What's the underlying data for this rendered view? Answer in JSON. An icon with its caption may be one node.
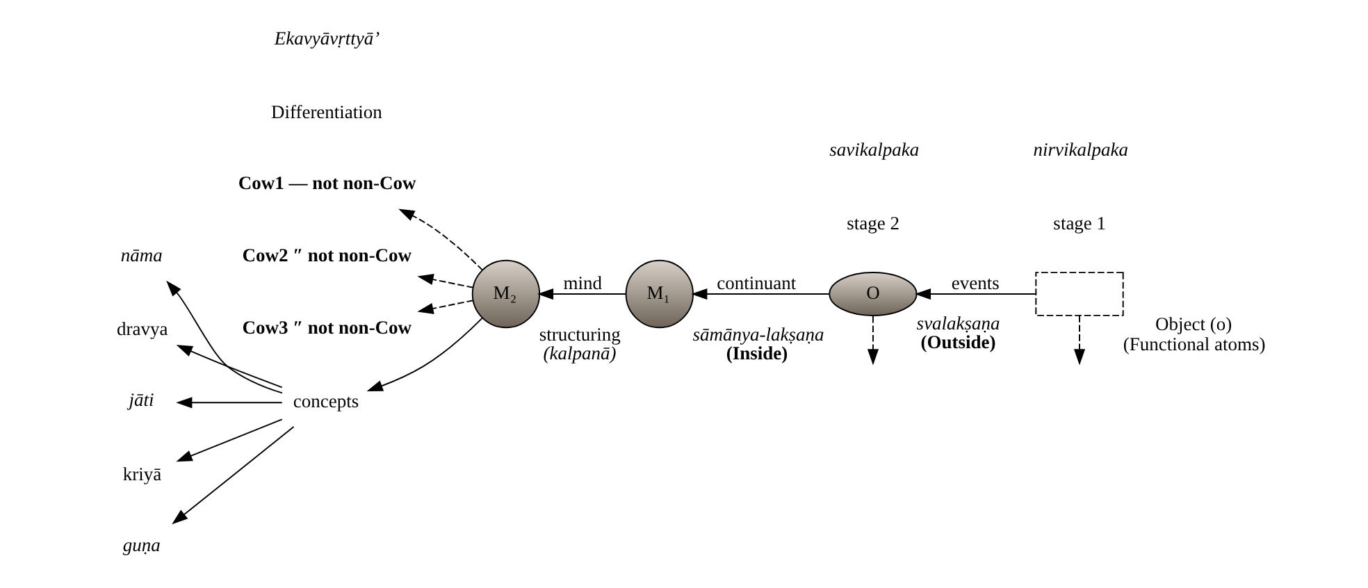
{
  "diagram": {
    "nodes": [
      {
        "text": [],
        "shape": "box",
        "beside": [
          "Object (o)",
          "(Functional atoms)"
        ]
      },
      {
        "text": [
          "O"
        ],
        "beside": [
          "svalakṣaṇa",
          "(Outside)"
        ]
      },
      {
        "text": [
          "M₁"
        ],
        "beside": [
          "sāmānya-lakṣaṇa",
          "(Inside)"
        ]
      },
      {
        "text": [
          "M₂"
        ],
        "beside": [
          "structuring",
          "(kalpanā)"
        ]
      },
      {
        "text": [
          "Cow1 — not non-Cow"
        ]
      },
      {
        "text": [
          "Cow2 ″ not non-Cow"
        ]
      },
      {
        "text": [
          "Cow3 ″ not non-Cow"
        ]
      },
      {
        "text": [
          "concepts"
        ]
      },
      {
        "text": [
          "nāma"
        ]
      },
      {
        "text": [
          "dravya"
        ]
      },
      {
        "text": [
          "jāti"
        ]
      },
      {
        "text": [
          "kriyā"
        ]
      },
      {
        "text": [
          "guṇa"
        ]
      }
    ],
    "edges": [
      {
        "from": 0,
        "to": 1,
        "arrow": "to",
        "label": "events"
      },
      {
        "from": 1,
        "to": 2,
        "arrow": "to",
        "label": "continuant"
      },
      {
        "from": 2,
        "to": 3,
        "arrow": "to",
        "label": "mind"
      },
      {
        "from": 3,
        "to": 4,
        "arrow": "to",
        "style": "dashed"
      },
      {
        "from": 3,
        "to": 5,
        "arrow": "to",
        "style": "dashed"
      },
      {
        "from": 3,
        "to": 6,
        "arrow": "to",
        "style": "dashed"
      },
      {
        "from": 3,
        "to": 7,
        "arrow": "to"
      },
      {
        "from": 7,
        "to": 8,
        "arrow": "to"
      },
      {
        "from": 7,
        "to": 9,
        "arrow": "to"
      },
      {
        "from": 7,
        "to": 10,
        "arrow": "to"
      },
      {
        "from": 7,
        "to": 11,
        "arrow": "to"
      },
      {
        "from": 7,
        "to": 12,
        "arrow": "to"
      },
      {
        "from": 1,
        "to": null,
        "arrow": "to",
        "style": "dashed"
      },
      {
        "from": 0,
        "to": null,
        "arrow": "to",
        "style": "dashed"
      }
    ],
    "labels": [
      "Differentiation",
      "Ekavyāvṛttyā’",
      "stage 2",
      "savikalpaka",
      "stage 1",
      "nirvikalpaka"
    ]
  }
}
